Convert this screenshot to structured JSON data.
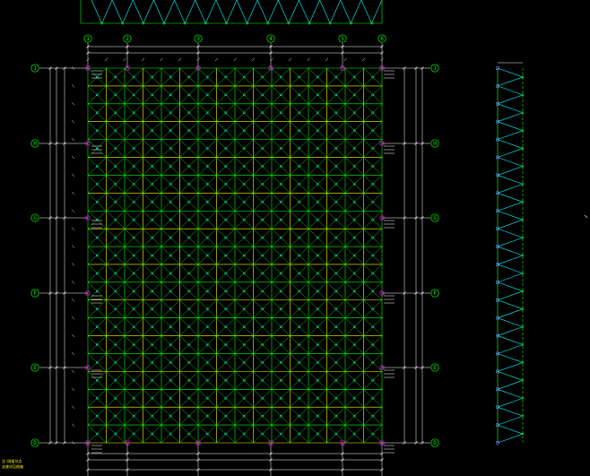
{
  "axes": {
    "columns": [
      "1",
      "2",
      "3",
      "4",
      "5",
      "6"
    ],
    "rows": [
      "J",
      "H",
      "G",
      "F",
      "E",
      "D"
    ]
  },
  "notes": [
    "注:网架节点",
    "支座详见结施"
  ],
  "colors": {
    "background": "#000000",
    "grid_member": "#00ff00",
    "diagonal_member": "#00ffff",
    "axis_line": "#ffffff",
    "chord_yellow": "#ffff00",
    "node": "#7f7fff",
    "dimension": "#ffffff",
    "support": "#ff00ff"
  }
}
